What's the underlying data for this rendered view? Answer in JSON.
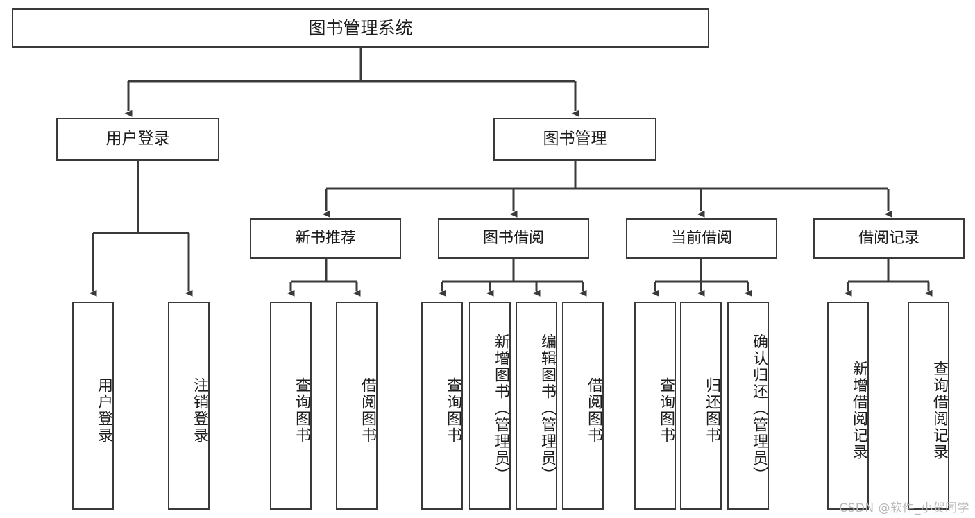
{
  "diagram": {
    "title": "图书管理系统",
    "type": "功能结构图",
    "colors": {
      "background": "#ffffff",
      "border": "#3a3a3a",
      "text": "#1c1c1c",
      "edge": "#3a3a3a",
      "watermark": "#b9b9b9"
    },
    "root": {
      "label": "图书管理系统"
    },
    "level2": [
      {
        "id": "user-login",
        "label": "用户登录"
      },
      {
        "id": "book-management",
        "label": "图书管理"
      }
    ],
    "level3": [
      {
        "id": "new-book-recommend",
        "label": "新书推荐"
      },
      {
        "id": "book-borrow",
        "label": "图书借阅"
      },
      {
        "id": "current-borrow",
        "label": "当前借阅"
      },
      {
        "id": "borrow-record",
        "label": "借阅记录"
      }
    ],
    "leaves": {
      "user_login": [
        {
          "id": "leaf-user-login",
          "label": "用户登录"
        },
        {
          "id": "leaf-logout",
          "label": "注销登录"
        }
      ],
      "new_book_recommend": [
        {
          "id": "leaf-query-book-1",
          "label": "查询图书"
        },
        {
          "id": "leaf-borrow-book-1",
          "label": "借阅图书"
        }
      ],
      "book_borrow": [
        {
          "id": "leaf-query-book-2",
          "label": "查询图书"
        },
        {
          "id": "leaf-add-book",
          "label": "新增图书（管理员）"
        },
        {
          "id": "leaf-edit-book",
          "label": "编辑图书（管理员）"
        },
        {
          "id": "leaf-borrow-book-2",
          "label": "借阅图书"
        }
      ],
      "current_borrow": [
        {
          "id": "leaf-query-book-3",
          "label": "查询图书"
        },
        {
          "id": "leaf-return-book",
          "label": "归还图书"
        },
        {
          "id": "leaf-confirm-return",
          "label": "确认归还（管理员）"
        }
      ],
      "borrow_record": [
        {
          "id": "leaf-add-record",
          "label": "新增借阅记录"
        },
        {
          "id": "leaf-query-record",
          "label": "查询借阅记录"
        }
      ]
    }
  },
  "watermark": {
    "text": "CSDN @软件_小贺同学"
  }
}
